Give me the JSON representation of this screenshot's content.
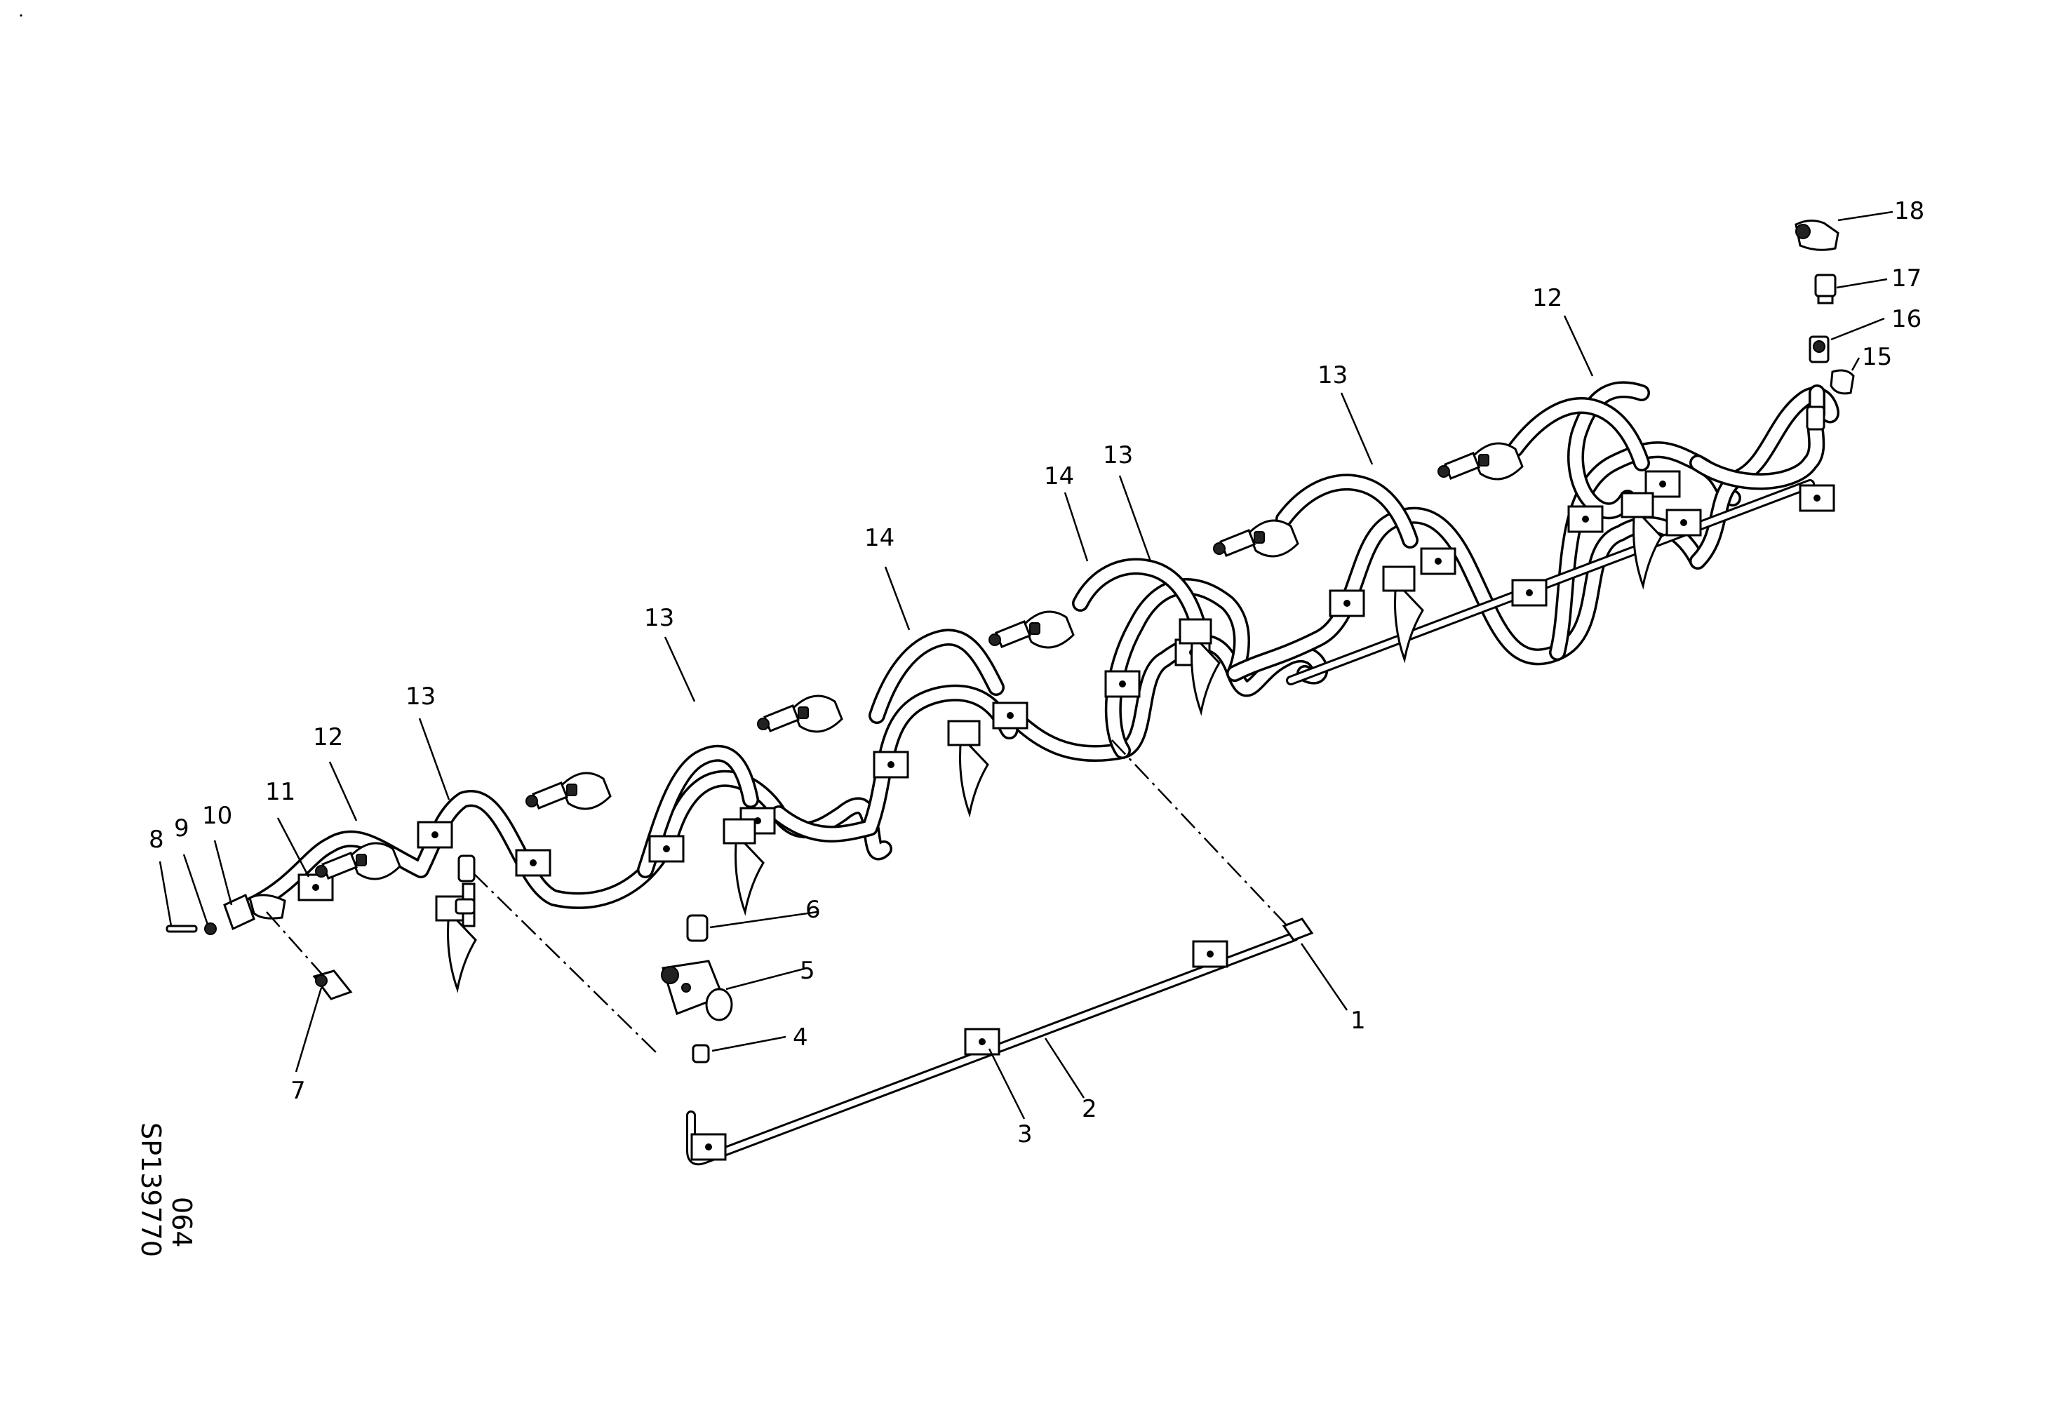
{
  "callouts": [
    {
      "id": "c1",
      "text": "1"
    },
    {
      "id": "c2",
      "text": "2"
    },
    {
      "id": "c3",
      "text": "3"
    },
    {
      "id": "c4",
      "text": "4"
    },
    {
      "id": "c5",
      "text": "5"
    },
    {
      "id": "c6",
      "text": "6"
    },
    {
      "id": "c7",
      "text": "7"
    },
    {
      "id": "c8",
      "text": "8"
    },
    {
      "id": "c9",
      "text": "9"
    },
    {
      "id": "c10",
      "text": "10"
    },
    {
      "id": "c11",
      "text": "11"
    },
    {
      "id": "c12a",
      "text": "12"
    },
    {
      "id": "c12b",
      "text": "12"
    },
    {
      "id": "c13a",
      "text": "13"
    },
    {
      "id": "c13b",
      "text": "13"
    },
    {
      "id": "c13c",
      "text": "13"
    },
    {
      "id": "c13d",
      "text": "13"
    },
    {
      "id": "c14a",
      "text": "14"
    },
    {
      "id": "c14b",
      "text": "14"
    },
    {
      "id": "c15",
      "text": "15"
    },
    {
      "id": "c16",
      "text": "16"
    },
    {
      "id": "c17",
      "text": "17"
    },
    {
      "id": "c18",
      "text": "18"
    }
  ],
  "drawing_reference": {
    "code": "SP139770",
    "sheet": "064"
  }
}
